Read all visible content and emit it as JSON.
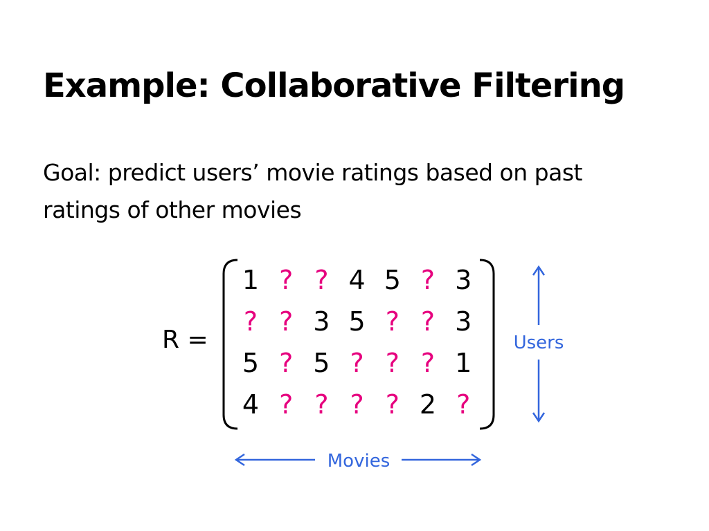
{
  "slide": {
    "title": "Example: Collaborative Filtering",
    "goal_text": "Goal: predict users’ movie ratings based on past ratings of other movies",
    "matrix_label": "R ="
  },
  "matrix": {
    "rows": [
      [
        "1",
        "?",
        "?",
        "4",
        "5",
        "?",
        "3"
      ],
      [
        "?",
        "?",
        "3",
        "5",
        "?",
        "?",
        "3"
      ],
      [
        "5",
        "?",
        "5",
        "?",
        "?",
        "?",
        "1"
      ],
      [
        "4",
        "?",
        "?",
        "?",
        "?",
        "2",
        "?"
      ]
    ],
    "unknown_symbol": "?",
    "users_label": "Users",
    "movies_label": "Movies"
  },
  "colors": {
    "unknown": "#e6007e",
    "known": "#000000",
    "axis": "#3366dd",
    "bracket": "#000000"
  }
}
